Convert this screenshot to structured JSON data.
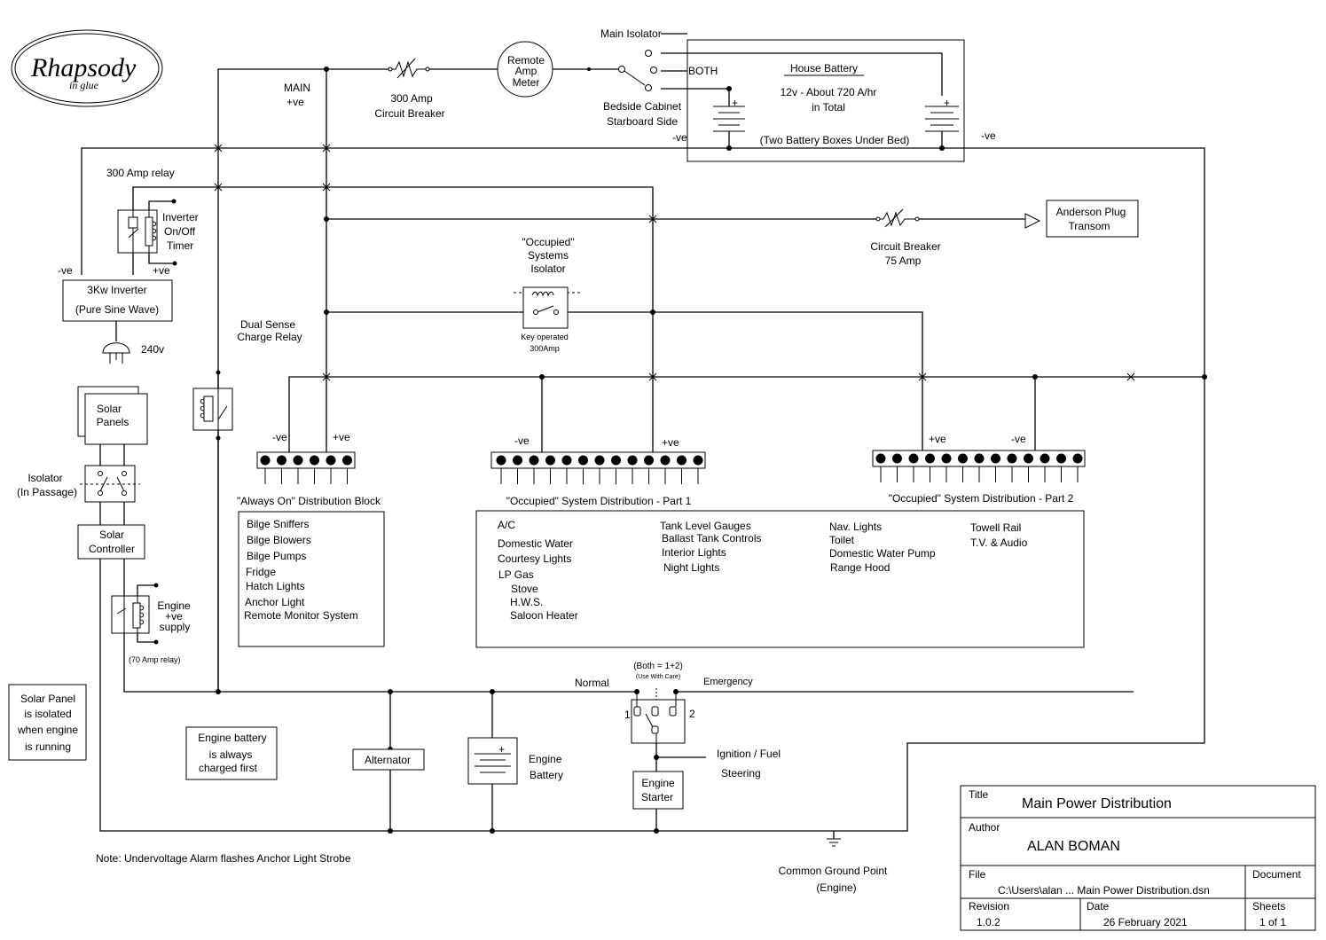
{
  "logo": {
    "text": "Rhapsody",
    "subtext": "in glue"
  },
  "top": {
    "main_isolator": "Main Isolator",
    "both": "BOTH",
    "bedside_1": "Bedside Cabinet",
    "bedside_2": "Starboard Side",
    "meter_1": "Remote",
    "meter_2": "Amp",
    "meter_3": "Meter",
    "breaker_1": "300 Amp",
    "breaker_2": "Circuit Breaker",
    "main_1": "MAIN",
    "main_2": "+ve",
    "house_title": "House Battery",
    "house_1": "12v - About 720 A/hr",
    "house_2": "in Total",
    "house_3": "(Two Battery Boxes Under Bed)",
    "neg_left": "-ve",
    "neg_right": "-ve",
    "relay300": "300 Amp relay"
  },
  "inverter": {
    "timer_1": "Inverter",
    "timer_2": "On/Off",
    "timer_3": "Timer",
    "neg": "-ve",
    "pos": "+ve",
    "title": "3Kw Inverter",
    "sub": "(Pure Sine Wave)",
    "v240": "240v"
  },
  "anderson": {
    "b1": "Anderson Plug",
    "b2": "Transom",
    "cb1": "Circuit Breaker",
    "cb2": "75 Amp"
  },
  "occ_iso": {
    "l1": "\"Occupied\"",
    "l2": "Systems",
    "l3": "Isolator",
    "k1": "Key operated",
    "k2": "300Amp"
  },
  "dual_sense": {
    "l1": "Dual Sense",
    "l2": "Charge Relay"
  },
  "always_on": {
    "neg": "-ve",
    "pos": "+ve",
    "title": "\"Always On\" Distribution Block",
    "items": [
      "Bilge Sniffers",
      "Bilge Blowers",
      "Bilge Pumps",
      "Fridge",
      "Hatch Lights",
      "Anchor Light",
      "Remote Monitor System"
    ]
  },
  "occ1": {
    "neg": "-ve",
    "pos": "+ve",
    "title": "\"Occupied\" System Distribution - Part 1"
  },
  "occ2": {
    "pos": "+ve",
    "neg": "-ve",
    "title": "\"Occupied\" System Distribution - Part 2"
  },
  "occ_items": {
    "col1": [
      "A/C",
      "Domestic Water",
      "Courtesy Lights",
      "LP Gas",
      "Stove",
      "H.W.S.",
      "Saloon Heater"
    ],
    "col2": [
      "Tank Level Gauges",
      "Ballast Tank Controls",
      "Interior Lights",
      "Night Lights"
    ],
    "col3": [
      "Nav. Lights",
      "Toilet",
      "Domestic Water Pump",
      "Range Hood"
    ],
    "col4": [
      "Towell Rail",
      "T.V. & Audio"
    ]
  },
  "solar": {
    "panels_1": "Solar",
    "panels_2": "Panels",
    "iso_1": "Isolator",
    "iso_2": "(In Passage)",
    "ctrl_1": "Solar",
    "ctrl_2": "Controller",
    "eng_1": "Engine",
    "eng_2": "+ve",
    "eng_3": "supply",
    "relay70": "(70 Amp relay)"
  },
  "notes": {
    "solar_1": "Solar Panel",
    "solar_2": "is isolated",
    "solar_3": "when engine",
    "solar_4": "is running",
    "engbat_1": "Engine battery",
    "engbat_2": "is always",
    "engbat_3": "charged first",
    "alarm": "Note: Undervoltage Alarm flashes Anchor Light Strobe"
  },
  "engine": {
    "normal": "Normal",
    "emergency": "Emergency",
    "both_1": "(Both = 1+2)",
    "both_2": "(Use With Care)",
    "one": "1",
    "two": "2",
    "ign": "Ignition / Fuel",
    "steer": "Steering",
    "starter_1": "Engine",
    "starter_2": "Starter",
    "alt": "Alternator",
    "bat_1": "Engine",
    "bat_2": "Battery",
    "ground_1": "Common Ground Point",
    "ground_2": "(Engine)"
  },
  "title_block": {
    "title_label": "Title",
    "title": "Main Power Distribution",
    "author_label": "Author",
    "author": "ALAN BOMAN",
    "file_label": "File",
    "file": "C:\\Users\\alan ... Main Power Distribution.dsn",
    "document_label": "Document",
    "revision_label": "Revision",
    "revision": "1.0.2",
    "date_label": "Date",
    "date": "26 February 2021",
    "sheets_label": "Sheets",
    "sheets": "1 of 1"
  }
}
